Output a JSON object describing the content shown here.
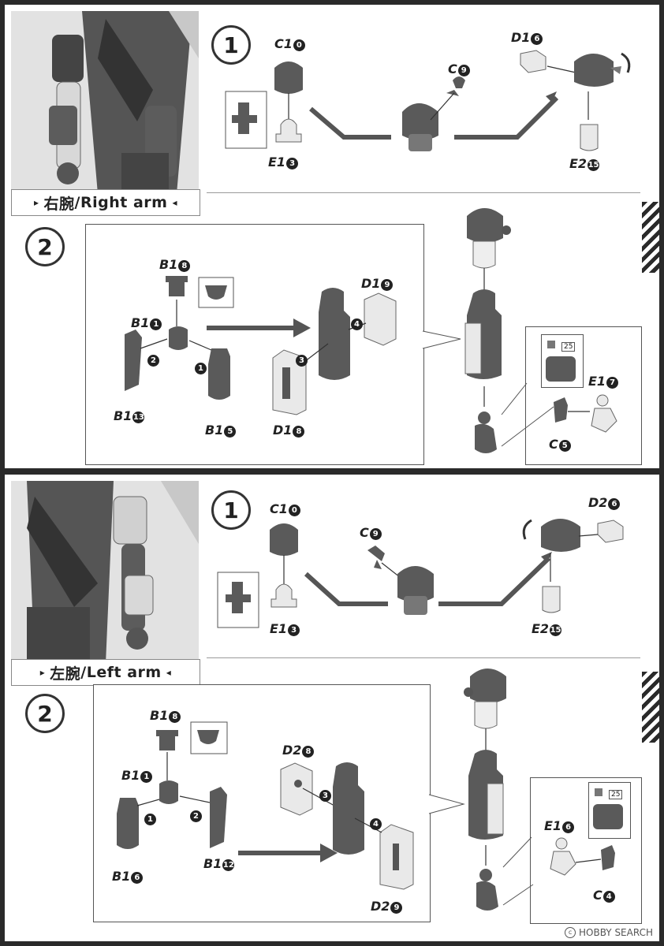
{
  "sections": {
    "right": {
      "label_jp": "右腕",
      "label_sep": "/",
      "label_en": "Right arm",
      "step1": "1",
      "step2": "2",
      "parts": {
        "c10": {
          "code": "C1",
          "num": "0"
        },
        "c9": {
          "code": "C",
          "num": "9"
        },
        "d16": {
          "code": "D1",
          "num": "6"
        },
        "e13": {
          "code": "E1",
          "num": "3"
        },
        "e215": {
          "code": "E2",
          "num": "15"
        },
        "b18": {
          "code": "B1",
          "num": "8"
        },
        "b11": {
          "code": "B1",
          "num": "1"
        },
        "d19": {
          "code": "D1",
          "num": "9"
        },
        "b113": {
          "code": "B1",
          "num": "13"
        },
        "b15": {
          "code": "B1",
          "num": "5"
        },
        "d18": {
          "code": "D1",
          "num": "8"
        },
        "e17": {
          "code": "E1",
          "num": "7"
        },
        "c5": {
          "code": "C",
          "num": "5"
        }
      },
      "order_marks": [
        "1",
        "2",
        "3",
        "4"
      ],
      "tool_size": "25"
    },
    "left": {
      "label_jp": "左腕",
      "label_sep": "/",
      "label_en": "Left arm",
      "step1": "1",
      "step2": "2",
      "parts": {
        "c10": {
          "code": "C1",
          "num": "0"
        },
        "c9": {
          "code": "C",
          "num": "9"
        },
        "d26": {
          "code": "D2",
          "num": "6"
        },
        "e13": {
          "code": "E1",
          "num": "3"
        },
        "e215": {
          "code": "E2",
          "num": "15"
        },
        "b18": {
          "code": "B1",
          "num": "8"
        },
        "b11": {
          "code": "B1",
          "num": "1"
        },
        "d28": {
          "code": "D2",
          "num": "8"
        },
        "b16": {
          "code": "B1",
          "num": "6"
        },
        "b112": {
          "code": "B1",
          "num": "12"
        },
        "d29": {
          "code": "D2",
          "num": "9"
        },
        "e16": {
          "code": "E1",
          "num": "6"
        },
        "c4": {
          "code": "C",
          "num": "4"
        }
      },
      "order_marks": [
        "1",
        "2",
        "3",
        "4"
      ],
      "tool_size": "25"
    }
  },
  "watermark": {
    "brand": "HOBBY SEARCH"
  },
  "colors": {
    "dark_part": "#5a5a5a",
    "light_part": "#e9e9e9",
    "arrow": "#555555",
    "frame": "#2a2a2a"
  }
}
